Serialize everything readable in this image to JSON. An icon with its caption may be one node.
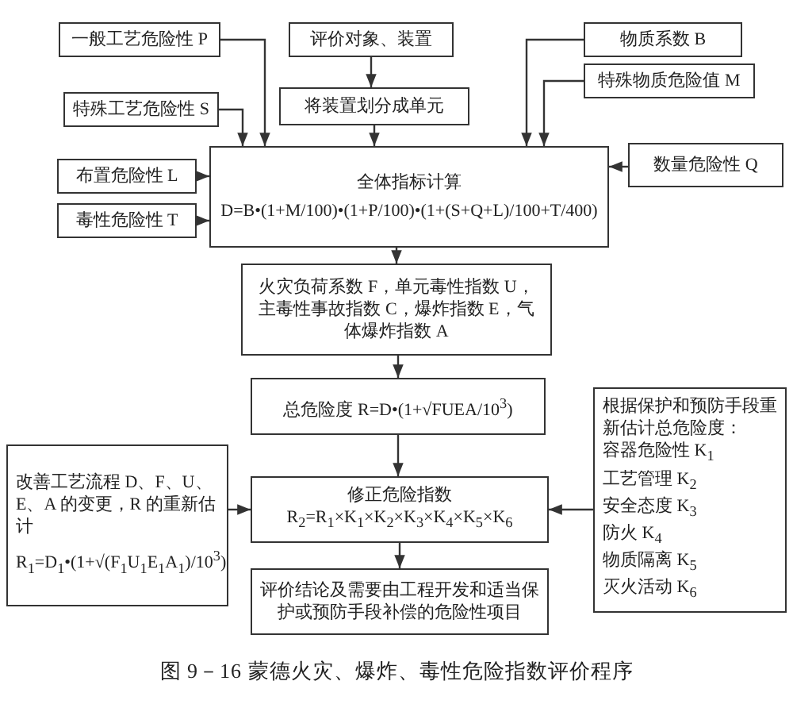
{
  "diagram": {
    "caption": "图 9－16 蒙德火灾、爆炸、毒性危险指数评价程序",
    "nodes": [
      {
        "text": [
          "一般工艺危险性 P"
        ]
      },
      {
        "text": [
          "评价对象、装置"
        ]
      },
      {
        "text": [
          "物质系数 B"
        ]
      },
      {
        "text": [
          "特殊物质危险值 M"
        ]
      },
      {
        "text": [
          "特殊工艺危险性 S"
        ]
      },
      {
        "text": [
          "将装置划分成单元"
        ]
      },
      {
        "text": [
          "全体指标计算",
          "D=B•(1+M/100)•(1+P/100)•(1+(S+Q+L)/100+T/400)"
        ]
      },
      {
        "text": [
          "布置危险性 L"
        ]
      },
      {
        "text": [
          "毒性危险性 T"
        ]
      },
      {
        "text": [
          "数量危险性 Q"
        ]
      },
      {
        "text": [
          "火灾负荷系数 F，单元毒性指数 U，主毒性事故指数 C，爆炸指数 E，气体爆炸指数 A"
        ]
      },
      {
        "text": [
          "总危险度 R=D•(1+√FUEA/10$^{3}$)"
        ]
      },
      {
        "text": [
          "改善工艺流程 D、F、U、E、A 的变更，R 的重新估计",
          "R$_{1}$=D$_{1}$•(1+√(F$_{1}$U$_{1}$E$_{1}$A$_{1}$)/10$^{3}$)"
        ]
      },
      {
        "text": [
          "修正危险指数",
          "R$_{2}$=R$_{1}$×K$_{1}$×K$_{2}$×K$_{3}$×K$_{4}$×K$_{5}$×K$_{6}$"
        ]
      },
      {
        "text": [
          "根据保护和预防手段重新估计总危险度：",
          "容器危险性 K$_{1}$",
          "工艺管理 K$_{2}$",
          "安全态度 K$_{3}$",
          "防火 K$_{4}$",
          "物质隔离 K$_{5}$",
          "灭火活动 K$_{6}$"
        ]
      },
      {
        "text": [
          "评价结论及需要由工程开发和适当保护或预防手段补偿的危险性项目"
        ]
      }
    ],
    "edges": [
      {
        "from": 0,
        "to": 6,
        "arrow": "to"
      },
      {
        "from": 4,
        "to": 6,
        "arrow": "to"
      },
      {
        "from": 1,
        "to": 5,
        "arrow": "to"
      },
      {
        "from": 5,
        "to": 6,
        "arrow": "to"
      },
      {
        "from": 2,
        "to": 6,
        "arrow": "to"
      },
      {
        "from": 3,
        "to": 6,
        "arrow": "to"
      },
      {
        "from": 7,
        "to": 6,
        "arrow": "to"
      },
      {
        "from": 8,
        "to": 6,
        "arrow": "to"
      },
      {
        "from": 9,
        "to": 6,
        "arrow": "to"
      },
      {
        "from": 6,
        "to": 10,
        "arrow": "to"
      },
      {
        "from": 10,
        "to": 11,
        "arrow": "to"
      },
      {
        "from": 11,
        "to": 13,
        "arrow": "to"
      },
      {
        "from": 12,
        "to": 13,
        "arrow": "to"
      },
      {
        "from": 14,
        "to": 13,
        "arrow": "to"
      },
      {
        "from": 13,
        "to": 15,
        "arrow": "to"
      }
    ]
  }
}
